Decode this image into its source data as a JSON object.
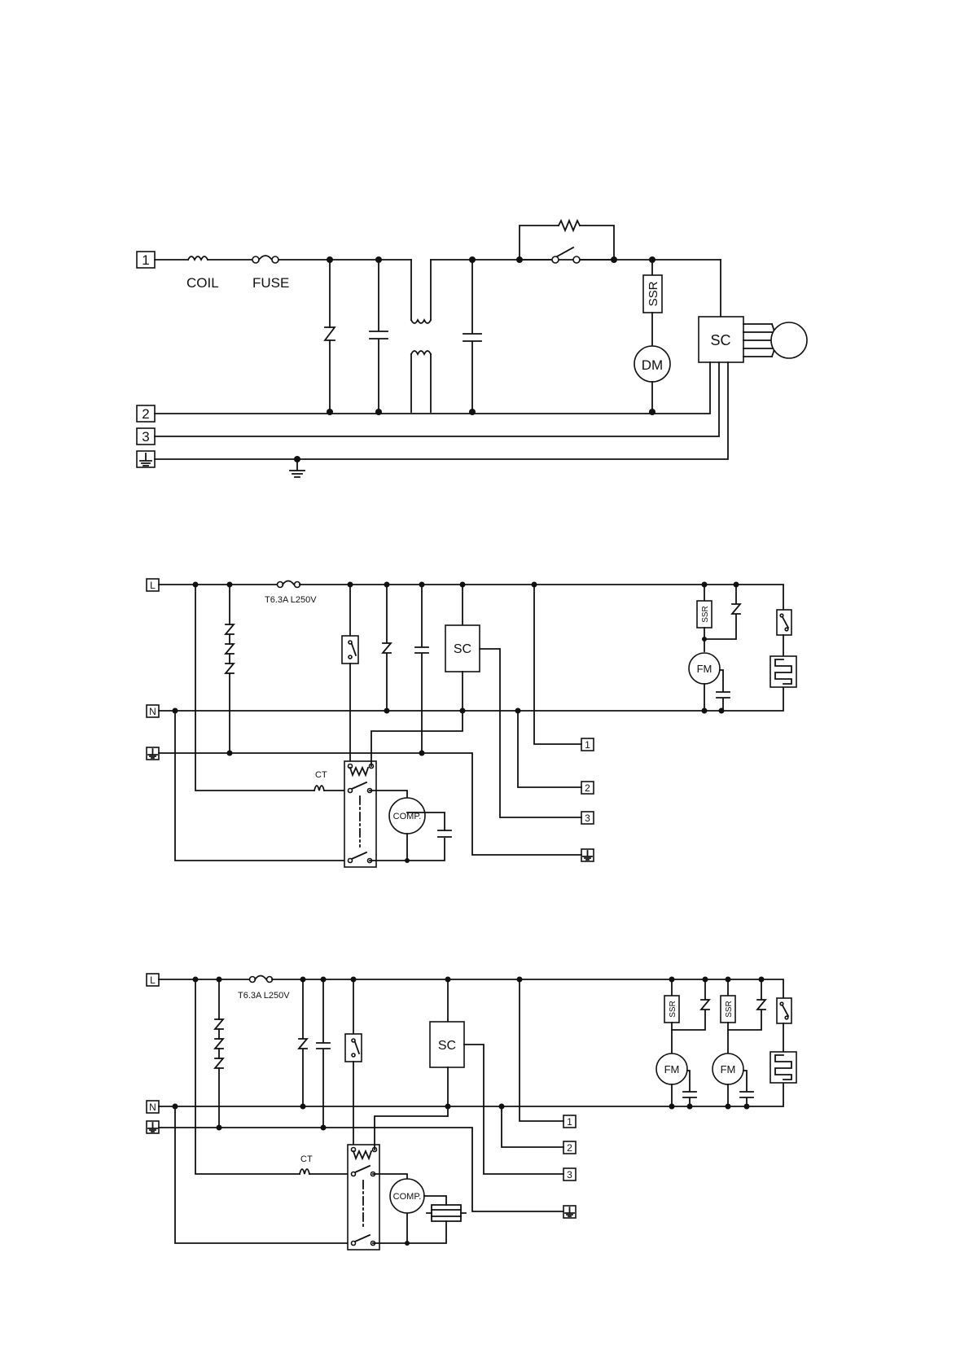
{
  "diagram1": {
    "terminals": [
      "1",
      "2",
      "3"
    ],
    "labels": {
      "coil": "COIL",
      "fuse": "FUSE",
      "ssr": "SSR",
      "dm": "DM",
      "sc": "SC"
    }
  },
  "diagram2": {
    "terminals_left": [
      "L",
      "N"
    ],
    "terminals_right": [
      "1",
      "2",
      "3"
    ],
    "labels": {
      "fuse": "T6.3A L250V",
      "sc": "SC",
      "ssr": "SSR",
      "fm": "FM",
      "ct": "CT",
      "comp": "COMP."
    }
  },
  "diagram3": {
    "terminals_left": [
      "L",
      "N"
    ],
    "terminals_right": [
      "1",
      "2",
      "3"
    ],
    "labels": {
      "fuse": "T6.3A L250V",
      "sc": "SC",
      "ssr1": "SSR",
      "ssr2": "SSR",
      "fm1": "FM",
      "fm2": "FM",
      "ct": "CT",
      "comp": "COMP."
    }
  }
}
